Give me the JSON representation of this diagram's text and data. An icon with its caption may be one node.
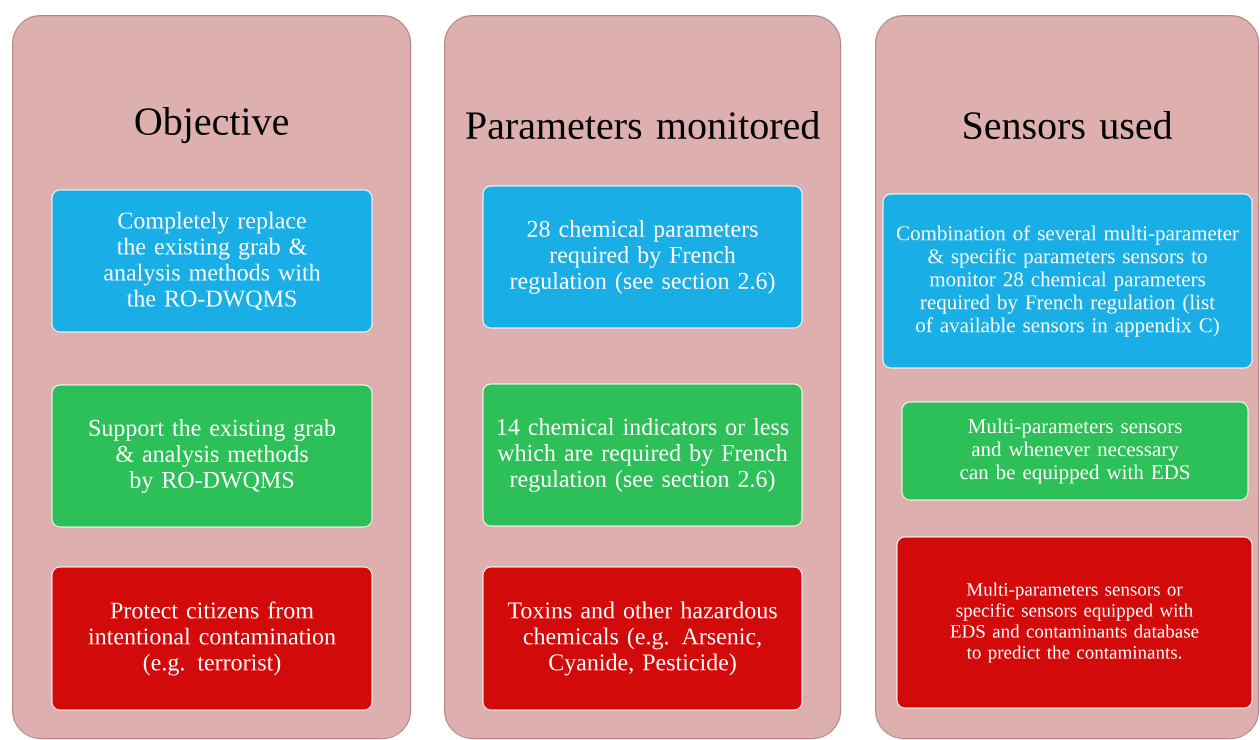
{
  "diagram": {
    "nodes": [
      {
        "text": [
          "Objective"
        ]
      },
      {
        "text": [
          "Parameters monitored"
        ]
      },
      {
        "text": [
          "Sensors used"
        ]
      },
      {
        "text": [
          "Completely replace the existing grab & analysis methods with the RO-DWQMS"
        ],
        "in": 0
      },
      {
        "text": [
          "Support the existing grab & analysis methods by RO-DWQMS"
        ],
        "in": 0
      },
      {
        "text": [
          "Protect citizens from intentional contamination (e.g. terrorist)"
        ],
        "in": 0
      },
      {
        "text": [
          "28 chemical parameters required by French regulation (see section 2.6)"
        ],
        "in": 1
      },
      {
        "text": [
          "14 chemical indicators or less which are required by French regulation (see section 2.6)"
        ],
        "in": 1
      },
      {
        "text": [
          "Toxins and other hazardous chemicals (e.g. Arsenic, Cyanide, Pesticide)"
        ],
        "in": 1
      },
      {
        "text": [
          "Combination of several multi-parameter & specific parameters sensors to monitor 28 chemical parameters required by French regulation (list of available sensors in appendix C)"
        ],
        "in": 2
      },
      {
        "text": [
          "Multi-parameters sensors and whenever necessary can be equipped with EDS"
        ],
        "in": 2
      },
      {
        "text": [
          "Multi-parameters sensors or specific sensors equipped with EDS and contaminants database to predict the contaminants."
        ],
        "in": 2
      }
    ]
  }
}
